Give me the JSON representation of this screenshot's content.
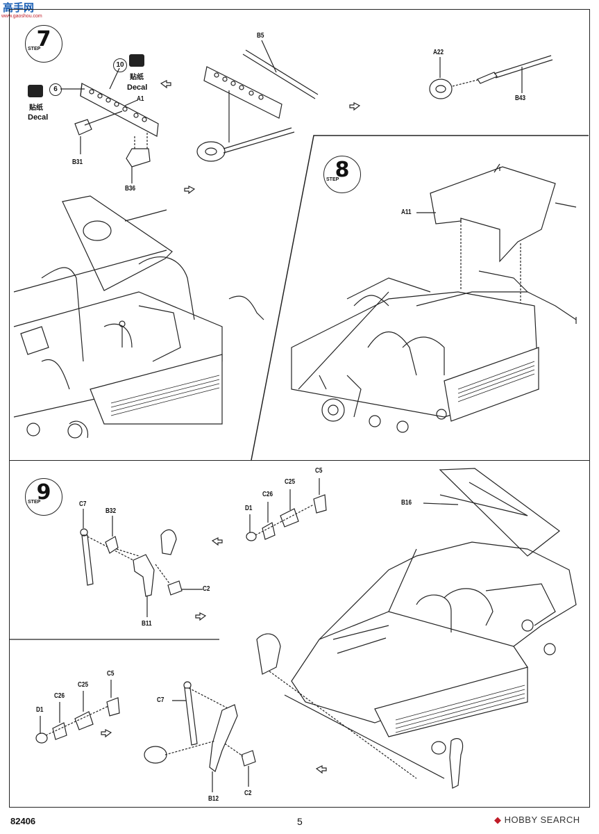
{
  "watermark": {
    "brand_cn": "高手网",
    "url": "www.gaoshou.com"
  },
  "steps": [
    {
      "number": "7",
      "word": "STEP"
    },
    {
      "number": "8",
      "word": "STEP"
    },
    {
      "number": "9",
      "word": "STEP"
    }
  ],
  "decal_callouts": {
    "num_10": "10",
    "num_6": "6",
    "cn": "贴纸",
    "en": "Decal"
  },
  "part_labels": {
    "a1": "A1",
    "b31": "B31",
    "b36": "B36",
    "b5": "B5",
    "a22": "A22",
    "b43": "B43",
    "a11": "A11",
    "c7": "C7",
    "b32": "B32",
    "c2": "C2",
    "b11": "B11",
    "d1": "D1",
    "c26": "C26",
    "c25": "C25",
    "c5": "C5",
    "b16": "B16",
    "b12": "B12"
  },
  "footer": {
    "kit_number": "82406",
    "page_number": "5",
    "source": "HOBBY SEARCH"
  }
}
